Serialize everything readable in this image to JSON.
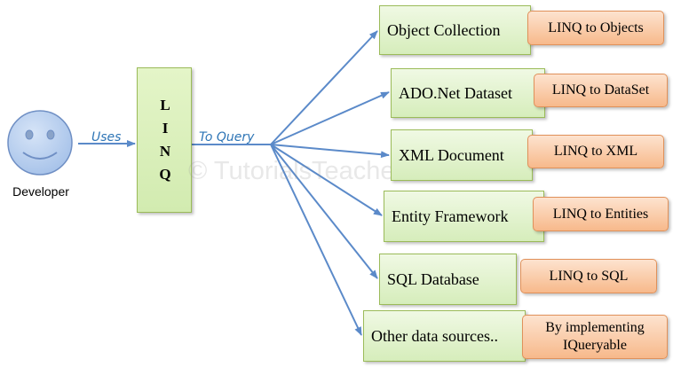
{
  "developer": {
    "label": "Developer",
    "icon": "smiley-face-icon"
  },
  "linq": {
    "letters": [
      "L",
      "I",
      "N",
      "Q"
    ]
  },
  "edges": {
    "uses": "Uses",
    "to_query": "To Query"
  },
  "data_sources": [
    {
      "name": "Object Collection",
      "provider": "LINQ to Objects"
    },
    {
      "name": "ADO.Net Dataset",
      "provider": "LINQ to DataSet"
    },
    {
      "name": "XML Document",
      "provider": "LINQ to XML"
    },
    {
      "name": "Entity Framework",
      "provider": "LINQ to Entities"
    },
    {
      "name": "SQL Database",
      "provider": "LINQ to SQL"
    },
    {
      "name": "Other data sources..",
      "provider_lines": [
        "By implementing",
        "IQueryable"
      ]
    }
  ],
  "watermark": "© TutorialsTeacher.com",
  "colors": {
    "face_fill": "#a9c4ea",
    "face_stroke": "#6f8fc4",
    "arrow": "#5b8ac9",
    "label_blue": "#2e75b6",
    "green_box": "#d6edbb",
    "green_border": "#9bbb59",
    "orange_box": "#f7b98b",
    "orange_border": "#e0915a"
  }
}
